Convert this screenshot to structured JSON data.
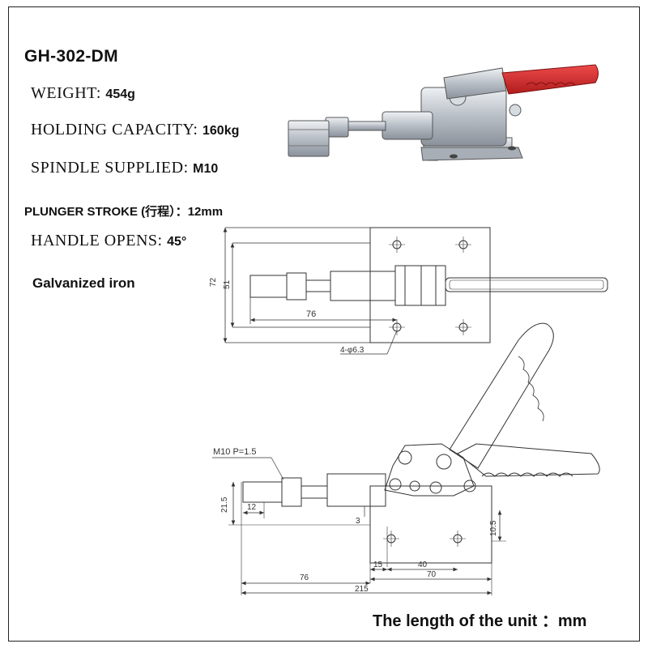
{
  "product": {
    "model": "GH-302-DM"
  },
  "specs": {
    "weight": {
      "label": "WEIGHT:",
      "value": "454g"
    },
    "holding_capacity": {
      "label": "HOLDING CAPACITY:",
      "value": "160kg"
    },
    "spindle_supplied": {
      "label": "SPINDLE SUPPLIED:",
      "value": "M10"
    },
    "plunger_stroke": {
      "label": "PLUNGER STROKE (行程）：",
      "value": "12mm"
    },
    "handle_opens": {
      "label": "HANDLE OPENS:",
      "value": "45°"
    }
  },
  "material": "Galvanized iron",
  "footer": "The length of the unit ：mm",
  "top_view": {
    "dim_72": "72",
    "dim_51": "51",
    "dim_76": "76",
    "holes": "4-φ6.3"
  },
  "side_view": {
    "thread": "M10  P=1.5",
    "dim_21_5": "21.5",
    "dim_12": "12",
    "dim_3": "3",
    "dim_10_5": "10.5",
    "dim_15": "15",
    "dim_40": "40",
    "dim_70": "70",
    "dim_76": "76",
    "dim_215": "215"
  },
  "colors": {
    "handle_grip": "#d42a2a",
    "metal": "#c9ced4",
    "line": "#333333"
  }
}
